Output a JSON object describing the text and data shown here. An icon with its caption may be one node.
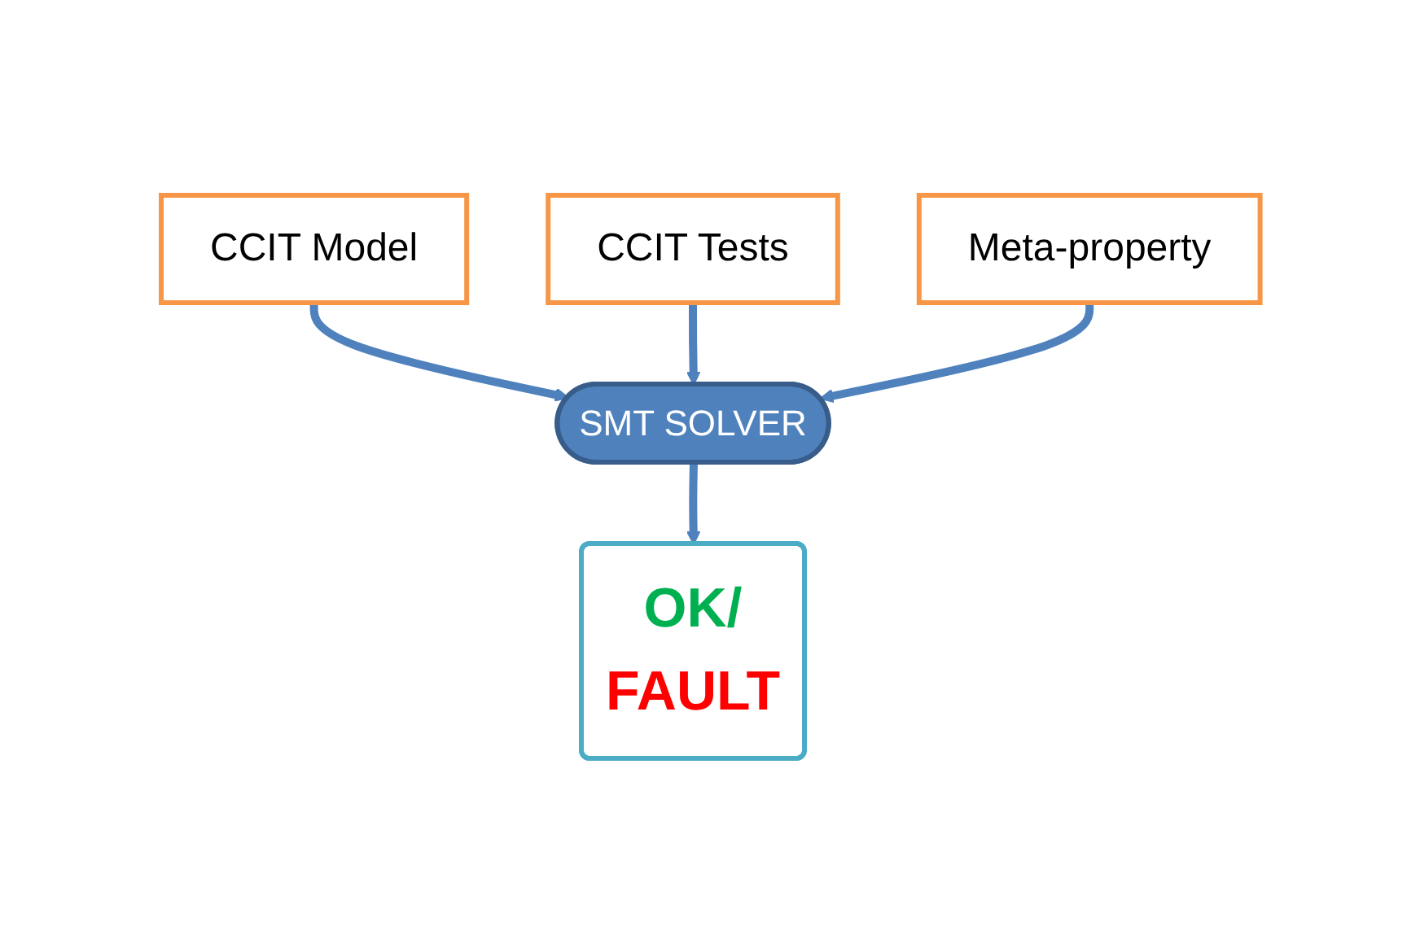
{
  "diagram": {
    "nodes": [
      {
        "text": [
          "CCIT Model"
        ]
      },
      {
        "text": [
          "CCIT Tests"
        ]
      },
      {
        "text": [
          "SMT SOLVER"
        ]
      },
      {
        "text": [
          "OK/",
          "FAULT"
        ]
      },
      {
        "text": [
          "Meta-property"
        ]
      }
    ],
    "edges": [
      {
        "from": 0,
        "to": 2,
        "arrow": "to"
      },
      {
        "from": 1,
        "to": 2,
        "arrow": "to"
      },
      {
        "from": 2,
        "to": 3,
        "arrow": "to"
      },
      {
        "from": 4,
        "to": 2,
        "arrow": "to"
      }
    ]
  }
}
